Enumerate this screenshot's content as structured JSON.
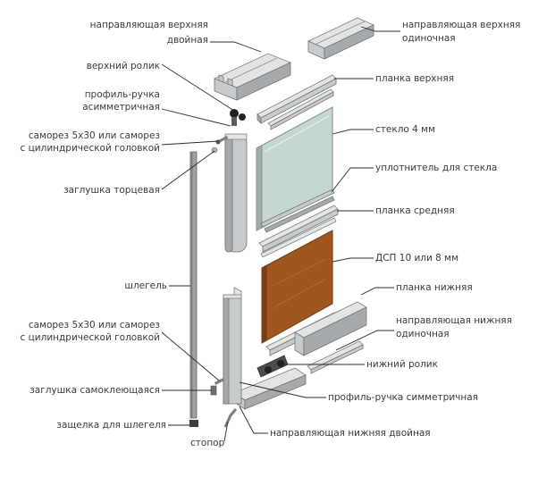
{
  "labels": {
    "guide_top_double": [
      "направляющая верхняя",
      "двойная"
    ],
    "guide_top_single": [
      "направляющая верхняя",
      "одиночная"
    ],
    "top_roller": "верхний ролик",
    "plank_top": "планка верхняя",
    "handle_asym": [
      "профиль-ручка",
      "асимметричная"
    ],
    "glass": "стекло 4 мм",
    "screw_top": [
      "саморез 5х30 или саморез",
      "с цилиндрической головкой"
    ],
    "end_cap": "заглушка торцевая",
    "glass_seal": "уплотнитель для стекла",
    "plank_middle": "планка средняя",
    "chipboard": "ДСП 10 или 8 мм",
    "shlegel": "шлегель",
    "plank_bottom": "планка нижняя",
    "guide_bottom_single": [
      "направляющая нижняя",
      "одиночная"
    ],
    "screw_bottom": [
      "саморез 5х30 или саморез",
      "с цилиндрической головкой"
    ],
    "bottom_roller": "нижний ролик",
    "adhesive_cap": "заглушка самоклеющаяся",
    "handle_sym": "профиль-ручка симметричная",
    "shlegel_latch": "защелка для шлегеля",
    "stopper": "стопор",
    "guide_bottom_double": "направляющая нижняя двойная"
  }
}
